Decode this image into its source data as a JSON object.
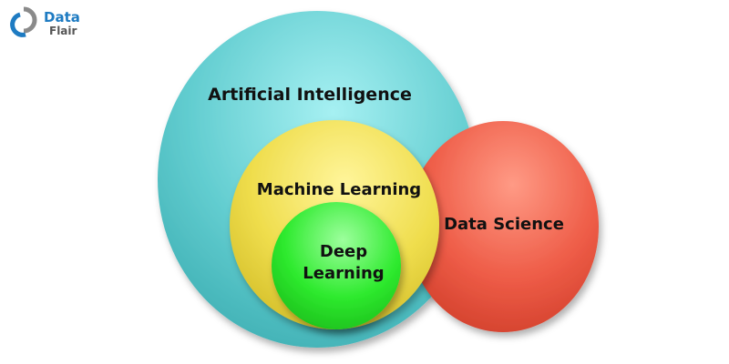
{
  "logo": {
    "line1": "Data",
    "line2": "Flair"
  },
  "diagram": {
    "ai": {
      "label": "Artificial Intelligence",
      "color": "#5cc9cc"
    },
    "ml": {
      "label": "Machine Learning",
      "color": "#eddc4a"
    },
    "dl": {
      "label_line1": "Deep",
      "label_line2": "Learning",
      "color": "#2eea2e"
    },
    "ds": {
      "label": "Data Science",
      "color": "#ec5a45"
    }
  }
}
